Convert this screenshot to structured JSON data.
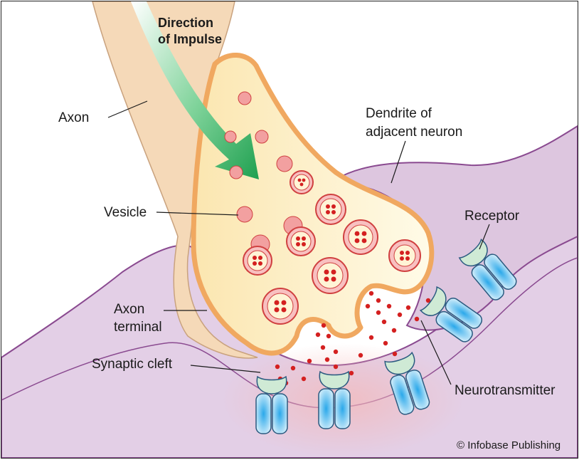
{
  "title": {
    "line1": "Direction",
    "line2": "of Impulse"
  },
  "labels": {
    "axon": "Axon",
    "dendrite_line1": "Dendrite of",
    "dendrite_line2": "adjacent neuron",
    "receptor": "Receptor",
    "vesicle": "Vesicle",
    "axon_terminal_line1": "Axon",
    "axon_terminal_line2": "terminal",
    "synaptic_cleft": "Synaptic cleft",
    "neurotransmitter": "Neurotransmitter"
  },
  "credit": "© Infobase Publishing",
  "colors": {
    "axon": "#f5d9b8",
    "terminal_outline": "#f0a860",
    "terminal_fill": "#fdf0c8",
    "dendrite": "#ddc6df",
    "dendrite_outline": "#8a4a90",
    "vesicle": "#f2a0a0",
    "vesicle_outline": "#d04040",
    "neurotransmitter": "#d42020",
    "receptor_blue": "#4fb8ea",
    "receptor_cap": "#cfead5",
    "arrow": "#1fa050"
  }
}
